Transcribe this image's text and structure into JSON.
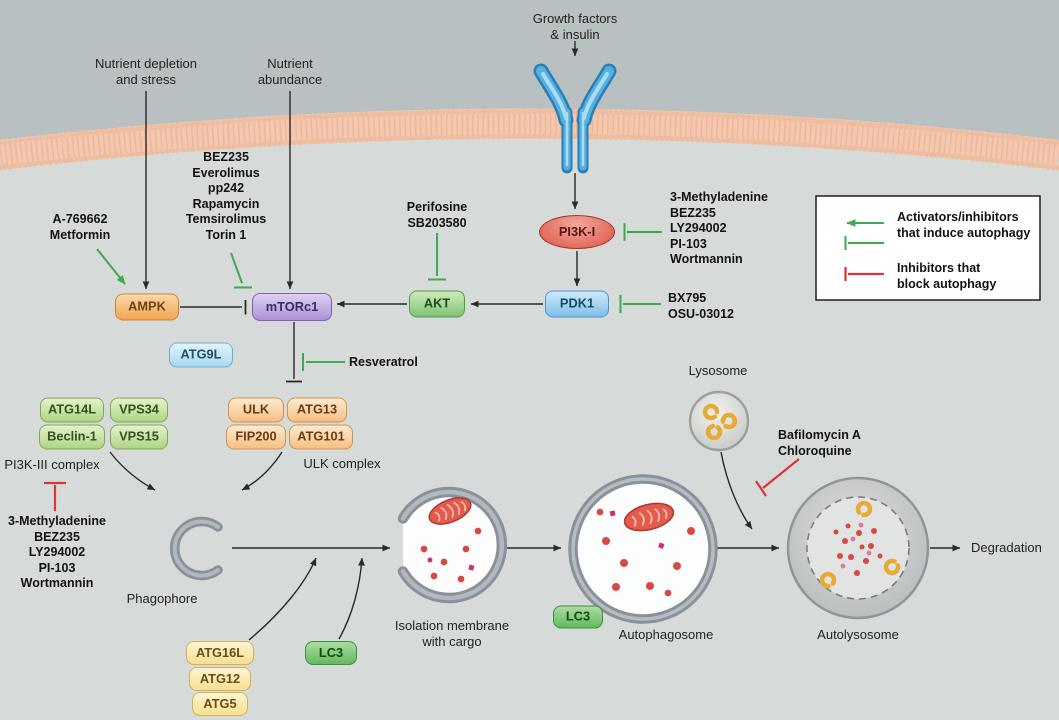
{
  "labels": {
    "growth_factors": "Growth factors\n& insulin",
    "nutrient_depletion": "Nutrient depletion\nand stress",
    "nutrient_abundance": "Nutrient\nabundance"
  },
  "drugs": {
    "ampk_activators": "A-769662\nMetformin",
    "mtorc1_inhibitors": "BEZ235\nEverolimus\npp242\nRapamycin\nTemsirolimus\nTorin 1",
    "akt_inhibitors": "Perifosine\nSB203580",
    "pi3k1_inhibitors": "3-Methyladenine\nBEZ235\nLY294002\nPI-103\nWortmannin",
    "pdk1_inhibitors": "BX795\nOSU-03012",
    "mtorc1_ulk_inhibitor": "Resveratrol",
    "pi3kiii_inhibitors": "3-Methyladenine\nBEZ235\nLY294002\nPI-103\nWortmannin",
    "lysosome_inhibitors": "Bafilomycin A\nChloroquine"
  },
  "nodes": {
    "ampk": "AMPK",
    "mtorc1": "mTORc1",
    "akt": "AKT",
    "pi3k1": "PI3K-I",
    "pdk1": "PDK1",
    "atg9l": "ATG9L",
    "ulk": "ULK",
    "atg13": "ATG13",
    "fip200": "FIP200",
    "atg101": "ATG101",
    "atg14l": "ATG14L",
    "vps34": "VPS34",
    "beclin1": "Beclin-1",
    "vps15": "VPS15",
    "atg16l": "ATG16L",
    "atg12": "ATG12",
    "atg5": "ATG5",
    "lc3_free": "LC3",
    "lc3_bound": "LC3"
  },
  "complexes": {
    "ulk": "ULK complex",
    "pi3kiii": "PI3K-III complex"
  },
  "structures": {
    "phagophore": "Phagophore",
    "isolation_membrane": "Isolation membrane\nwith cargo",
    "autophagosome": "Autophagosome",
    "lysosome": "Lysosome",
    "autolysosome": "Autolysosome",
    "degradation": "Degradation"
  },
  "legend": {
    "induce": "Activators/inhibitors\nthat induce autophagy",
    "block": "Inhibitors that\nblock autophagy"
  },
  "colors": {
    "background_top": "#b8c0c1",
    "background_bottom": "#d6dbda",
    "membrane_peach": "#f4c7ae",
    "receptor_blue": "#55b1e2",
    "activation_green": "#3fa94d",
    "inhibition_red": "#d93636",
    "arrow_black": "#2a2a2a",
    "ampk_orange": "#f2a452",
    "mtorc1_purple": "#ab90d6",
    "akt_green": "#7fc474",
    "pi3k_red": "#dd5244",
    "pdk1_blue": "#7fc0e8",
    "atg9l_lightblue": "#a8d9ef",
    "ulk_complex_tan": "#f5bf85",
    "pi3kiii_green": "#afd584",
    "atg_yellow": "#f8df90",
    "lc3_green": "#63b960",
    "structure_gray": "#8a9198",
    "mitochondrion_red": "#e25b4e",
    "lysosome_enzyme_yellow": "#e7ab35"
  }
}
